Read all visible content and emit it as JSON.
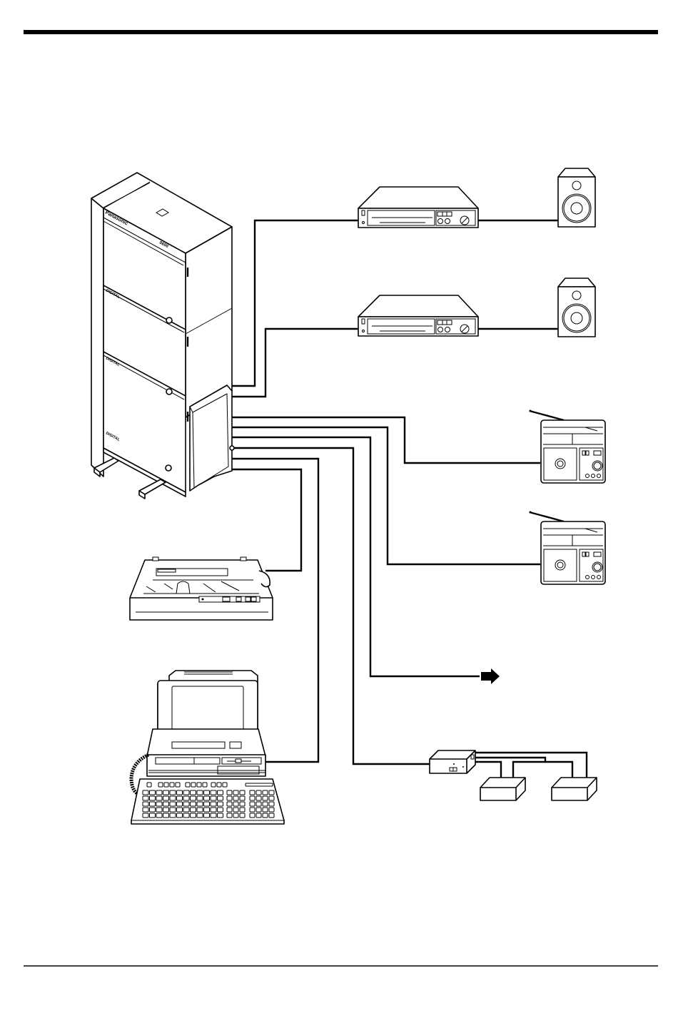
{
  "page": {
    "header_rule": true,
    "footer_rule": true
  },
  "diagram": {
    "type": "connection-diagram",
    "hub": {
      "name": "digital-pbx-cabinet",
      "logo_text": "Panasonic",
      "display_text": "0600",
      "module_label": "DIGITAL",
      "modules": 3
    },
    "devices": [
      {
        "id": "amplifier-1",
        "icon": "stereo-amplifier-icon",
        "connected_to": "speaker-1"
      },
      {
        "id": "amplifier-2",
        "icon": "stereo-amplifier-icon",
        "connected_to": "speaker-2"
      },
      {
        "id": "speaker-1",
        "icon": "loudspeaker-icon"
      },
      {
        "id": "speaker-2",
        "icon": "loudspeaker-icon"
      },
      {
        "id": "radio-1",
        "icon": "radio-cassette-icon"
      },
      {
        "id": "radio-2",
        "icon": "radio-cassette-icon"
      },
      {
        "id": "external-output",
        "icon": "arrow-right-icon"
      },
      {
        "id": "sensor-hub",
        "icon": "interface-box-icon",
        "connected_to": [
          "sensor-box-1",
          "sensor-box-2"
        ]
      },
      {
        "id": "sensor-box-1",
        "icon": "box-icon"
      },
      {
        "id": "sensor-box-2",
        "icon": "box-icon"
      },
      {
        "id": "printer",
        "icon": "dot-matrix-printer-icon"
      },
      {
        "id": "computer",
        "icon": "desktop-computer-icon"
      }
    ],
    "connections": [
      {
        "from": "hub",
        "to": "amplifier-1"
      },
      {
        "from": "hub",
        "to": "amplifier-2"
      },
      {
        "from": "hub",
        "to": "radio-1"
      },
      {
        "from": "hub",
        "to": "radio-2"
      },
      {
        "from": "hub",
        "to": "external-output"
      },
      {
        "from": "hub",
        "to": "sensor-hub"
      },
      {
        "from": "hub",
        "to": "computer"
      },
      {
        "from": "hub",
        "to": "printer"
      }
    ]
  }
}
